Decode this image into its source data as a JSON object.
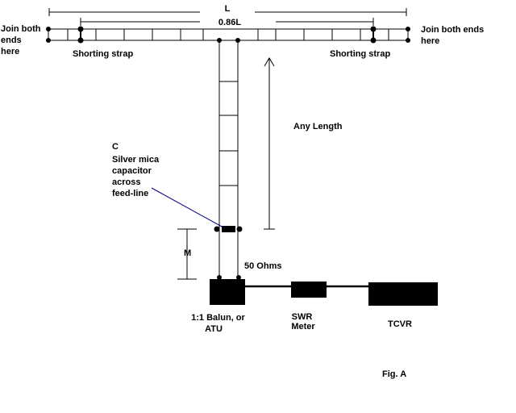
{
  "labels": {
    "dim_L": "L",
    "dim_086L": "0.86L",
    "join_left": [
      "Join both",
      "ends",
      "here"
    ],
    "join_right": [
      "Join both ends",
      "here"
    ],
    "strap_left": "Shorting strap",
    "strap_right": "Shorting strap",
    "any_length": "Any Length",
    "cap": [
      "C",
      "Silver mica",
      "capacitor",
      "across",
      "feed-line"
    ],
    "dim_M": "M",
    "ohms": "50 Ohms",
    "balun": [
      "1:1 Balun, or",
      "ATU"
    ],
    "swr": [
      "SWR",
      "Meter"
    ],
    "tcvr": "TCVR",
    "fig": "Fig. A"
  }
}
